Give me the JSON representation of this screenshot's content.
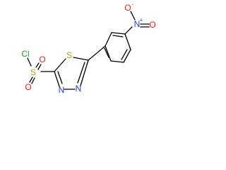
{
  "molecule": {
    "atoms": {
      "cl": {
        "label": "Cl",
        "color": "#1e9f20"
      },
      "sulfonyl_s": {
        "label": "S",
        "color": "#b8a300"
      },
      "sulfonyl_o_top": {
        "label": "O",
        "color": "#ff1a1a"
      },
      "sulfonyl_o_bottom": {
        "label": "O",
        "color": "#ff1a1a"
      },
      "ring_s": {
        "label": "S",
        "color": "#b8a300"
      },
      "ring_n3": {
        "label": "N",
        "color": "#2435ff"
      },
      "ring_n4": {
        "label": "N",
        "color": "#2435ff"
      },
      "nitro_n": {
        "label": "N",
        "color": "#2435ff",
        "charge": "+"
      },
      "nitro_o_top": {
        "label": "O",
        "color": "#ff1a1a",
        "charge": "-"
      },
      "nitro_o_right": {
        "label": "O",
        "color": "#ff1a1a"
      }
    }
  }
}
